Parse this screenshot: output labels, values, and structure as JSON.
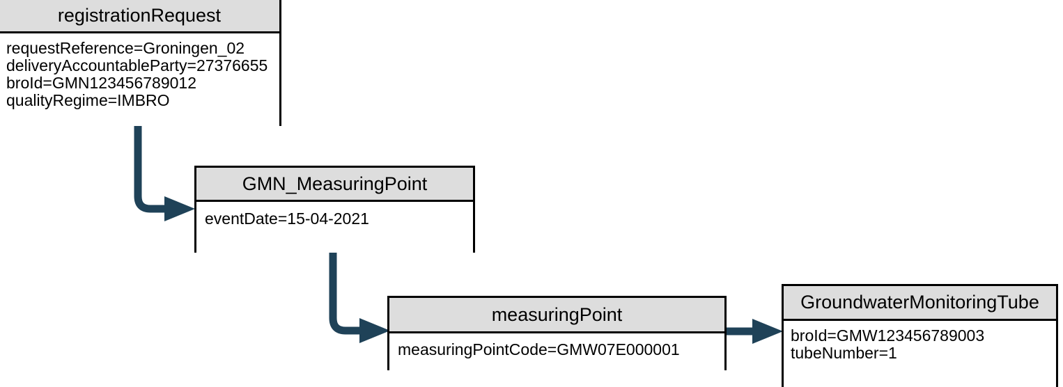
{
  "diagram": {
    "type": "uml-object-diagram",
    "background_color": "#ffffff",
    "node_header_color": "#dddddd",
    "node_border_color": "#000000",
    "connector_color": "#1f4258",
    "nodes": [
      {
        "id": "registrationRequest",
        "title": "registrationRequest",
        "attributes": [
          "requestReference=Groningen_02",
          "deliveryAccountableParty=27376655",
          "broId=GMN123456789012",
          "qualityRegime=IMBRO"
        ]
      },
      {
        "id": "GMN_MeasuringPoint",
        "title": "GMN_MeasuringPoint",
        "attributes": [
          "eventDate=15-04-2021"
        ]
      },
      {
        "id": "measuringPoint",
        "title": "measuringPoint",
        "attributes": [
          "measuringPointCode=GMW07E000001"
        ]
      },
      {
        "id": "GroundwaterMonitoringTube",
        "title": "GroundwaterMonitoringTube",
        "attributes": [
          "broId=GMW123456789003",
          "tubeNumber=1"
        ]
      }
    ],
    "connectors": [
      {
        "id": "registrationRequest-to-GMN_MeasuringPoint",
        "from": "registrationRequest",
        "to": "GMN_MeasuringPoint",
        "shape": "elbow-down-right"
      },
      {
        "id": "GMN_MeasuringPoint-to-measuringPoint",
        "from": "GMN_MeasuringPoint",
        "to": "measuringPoint",
        "shape": "elbow-down-right"
      },
      {
        "id": "measuringPoint-to-GroundwaterMonitoringTube",
        "from": "measuringPoint",
        "to": "GroundwaterMonitoringTube",
        "shape": "straight-right"
      }
    ]
  }
}
